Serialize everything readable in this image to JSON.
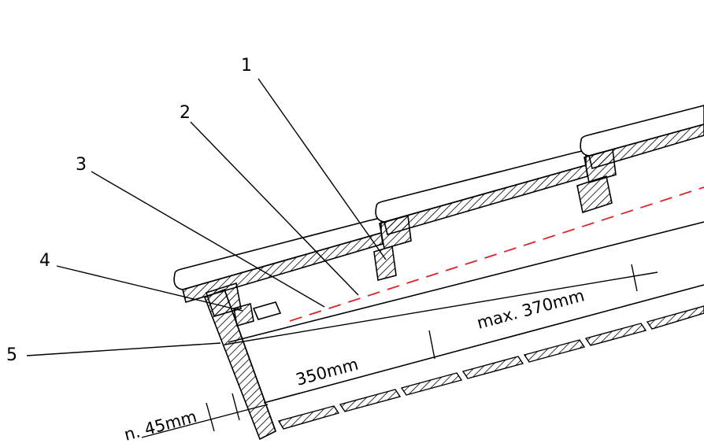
{
  "callouts": {
    "c1": "1",
    "c2": "2",
    "c3": "3",
    "c4": "4",
    "c5": "5"
  },
  "dimensions": {
    "eaves_overhang": "n. 45mm",
    "first_batten_spacing": "350mm",
    "batten_spacing_max": "max. 370mm"
  },
  "colors": {
    "line": "#000000",
    "membrane_dash": "#d9262a",
    "background": "#ffffff"
  }
}
